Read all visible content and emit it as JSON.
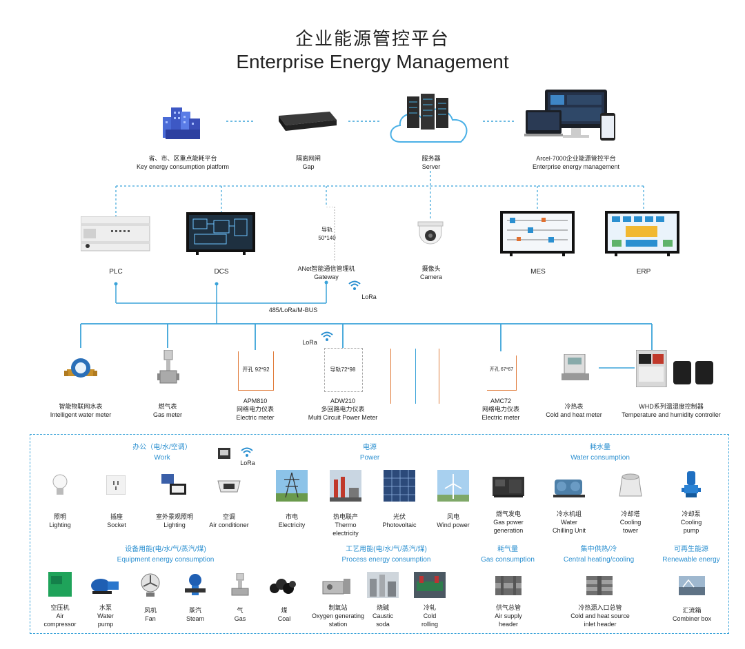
{
  "title": {
    "cn": "企业能源管控平台",
    "en": "Enterprise Energy Management"
  },
  "top_row": [
    {
      "cn": "省、市、区重点能耗平台",
      "en": "Key energy consumption platform",
      "icon": "buildings-icon"
    },
    {
      "cn": "隔离网闸",
      "en": "Gap",
      "icon": "gateway-box-icon"
    },
    {
      "cn": "服务器",
      "en": "Server",
      "icon": "cloud-server-icon"
    },
    {
      "cn": "Arcel-7000企业能源管控平台",
      "en": "Enterprise energy management",
      "icon": "monitor-devices-icon"
    }
  ],
  "middle_row": [
    {
      "en": "PLC"
    },
    {
      "en": "DCS"
    },
    {
      "cn": "ANet智能通信管理机",
      "en": "Gateway",
      "rail_cn": "导轨",
      "rail_size": "50*140"
    },
    {
      "cn": "摄像头",
      "en": "Camera"
    },
    {
      "en": "MES"
    },
    {
      "en": "ERP"
    }
  ],
  "lora_label": "LoRa",
  "bus_label": "485/LoRa/M-BUS",
  "meters_row": [
    {
      "cn": "智能物联网水表",
      "en": "Intelligent water meter"
    },
    {
      "cn": "燃气表",
      "en": "Gas meter"
    },
    {
      "model": "APM810",
      "cn": "网络电力仪表",
      "en": "Electric meter",
      "hole": "开孔 92*92"
    },
    {
      "model": "ADW210",
      "cn": "多回路电力仪表",
      "en": "Multi Circuit Power Meter",
      "rail": "导轨72*98"
    },
    {
      "model": "AMC72",
      "cn": "网络电力仪表",
      "en": "Electric meter",
      "hole": "开孔 67*67"
    },
    {
      "cn": "冷热表",
      "en": "Cold and heat meter"
    },
    {
      "cn": "WHD系列温湿度控制器",
      "en": "Temperature and humidity controller"
    }
  ],
  "sections_top": [
    {
      "cn": "办公（电/水/空调）",
      "en": "Work"
    },
    {
      "cn": "电源",
      "en": "Power"
    },
    {
      "cn": "耗水量",
      "en": "Water consumption"
    }
  ],
  "work_items": [
    {
      "cn": "照明",
      "en": "Lighting"
    },
    {
      "cn": "插座",
      "en": "Socket"
    },
    {
      "cn": "室外景观照明",
      "en": "Lighting"
    },
    {
      "cn": "空调",
      "en": "Air conditioner"
    }
  ],
  "power_items": [
    {
      "cn": "市电",
      "en": "Electricity"
    },
    {
      "cn": "热电联产",
      "en": "Thermo electricity"
    },
    {
      "cn": "光伏",
      "en": "Photovoltaic"
    },
    {
      "cn": "风电",
      "en": "Wind power"
    }
  ],
  "water_items": [
    {
      "cn": "燃气发电",
      "en1": "Gas power",
      "en2": "generation"
    },
    {
      "cn": "冷水机组",
      "en1": "Water",
      "en2": "Chilling Unit"
    },
    {
      "cn": "冷却塔",
      "en1": "Cooling",
      "en2": "tower"
    },
    {
      "cn": "冷却泵",
      "en1": "Cooling",
      "en2": "pump"
    }
  ],
  "sections_bottom": [
    {
      "cn": "设备用能(电/水/气/蒸汽/煤)",
      "en": "Equipment energy consumption"
    },
    {
      "cn": "工艺用能(电/水/气/蒸汽/煤)",
      "en": "Process energy consumption"
    },
    {
      "cn": "耗气量",
      "en": "Gas consumption"
    },
    {
      "cn": "集中供热/冷",
      "en": "Central heating/cooling"
    },
    {
      "cn": "可再生能源",
      "en": "Renewable energy"
    }
  ],
  "equipment_items": [
    {
      "cn": "空压机",
      "en1": "Air",
      "en2": "compressor"
    },
    {
      "cn": "水泵",
      "en1": "Water",
      "en2": "pump"
    },
    {
      "cn": "风机",
      "en1": "Fan",
      "en2": ""
    },
    {
      "cn": "蒸汽",
      "en1": "Steam",
      "en2": ""
    },
    {
      "cn": "气",
      "en1": "Gas",
      "en2": ""
    },
    {
      "cn": "煤",
      "en1": "Coal",
      "en2": ""
    }
  ],
  "process_items": [
    {
      "cn": "制氧站",
      "en1": "Oxygen generating",
      "en2": "station"
    },
    {
      "cn": "烧碱",
      "en1": "Caustic",
      "en2": "soda"
    },
    {
      "cn": "冷轧",
      "en1": "Cold",
      "en2": "rolling"
    }
  ],
  "gas_item": {
    "cn": "供气总管",
    "en1": "Air supply",
    "en2": "header"
  },
  "heating_item": {
    "cn": "冷热源入口总管",
    "en1": "Cold and heat source",
    "en2": "inlet header"
  },
  "renewable_item": {
    "cn": "汇流箱",
    "en1": "Combiner box",
    "en2": ""
  },
  "colors": {
    "accent": "#2a8fd0",
    "line": "#3aa3d9"
  }
}
